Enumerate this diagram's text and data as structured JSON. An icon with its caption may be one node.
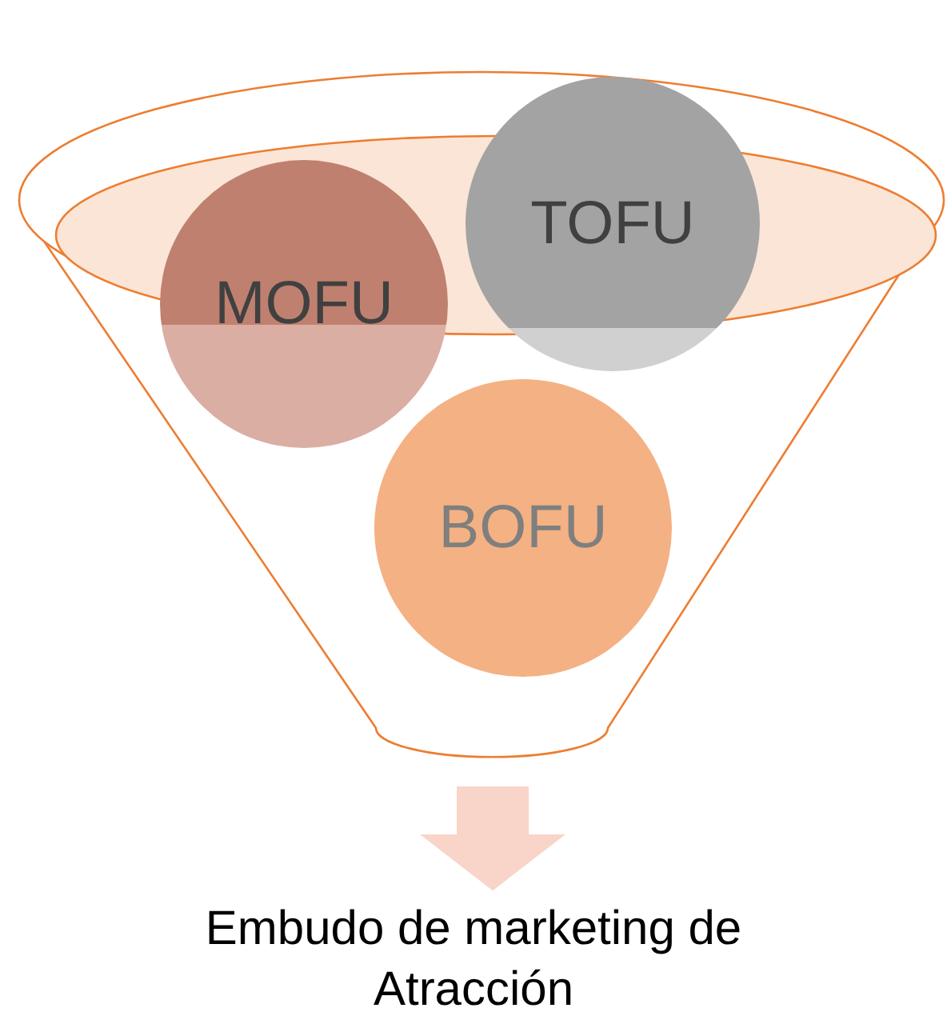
{
  "diagram": {
    "nodes": [
      {
        "text": [],
        "shape": "funnel"
      },
      {
        "text": [
          "TOFU"
        ]
      },
      {
        "text": [
          "MOFU"
        ]
      },
      {
        "text": [
          "BOFU"
        ],
        "in": 0
      },
      {
        "text": [
          "Embudo de marketing de Atracción"
        ]
      }
    ],
    "edges": [
      {
        "from": 0,
        "to": 4,
        "arrow": "to",
        "style": "thick",
        "color": "#f8d5c8"
      }
    ]
  }
}
